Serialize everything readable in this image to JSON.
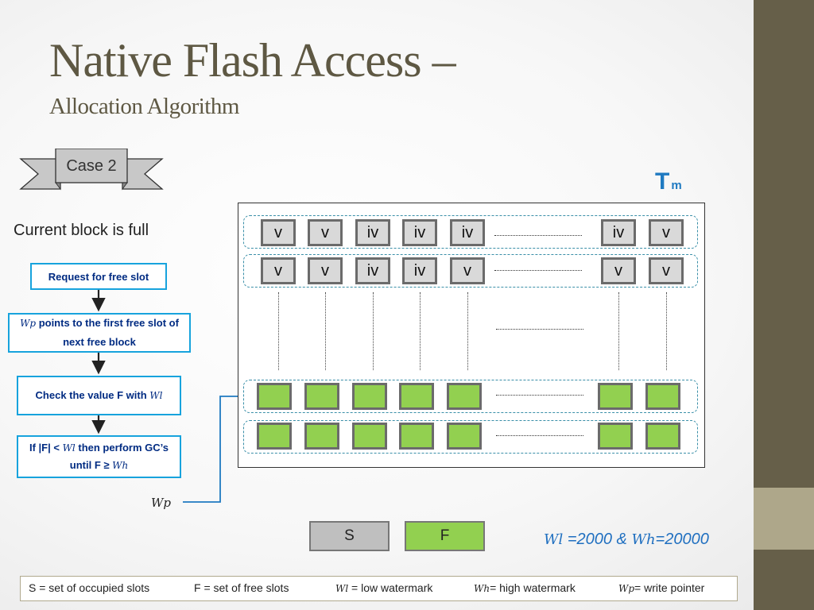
{
  "slide": {
    "title": "Native Flash Access –",
    "subtitle": "Allocation Algorithm",
    "case_label": "Case 2",
    "tm_main": "T",
    "tm_sub": "m",
    "current_status": "Current block is full"
  },
  "flow": {
    "step1": "Request for free slot",
    "step2_symbol": "Wp",
    "step2_text": " points to the first free slot of next free block",
    "step3_text": "Check the value F with ",
    "step3_symbol": "Wl",
    "step4_pre": "If |F| < ",
    "step4_symbol1": "Wl",
    "step4_mid": " then perform GC’s until F ≥ ",
    "step4_symbol2": "Wh"
  },
  "pointer_label": "Wp",
  "matrix": {
    "row1": [
      "v",
      "v",
      "iv",
      "iv",
      "iv",
      "iv",
      "v"
    ],
    "row2": [
      "v",
      "v",
      "iv",
      "iv",
      "v",
      "v",
      "v"
    ]
  },
  "legend": {
    "s_label": "S",
    "f_label": "F"
  },
  "watermarks": {
    "wl_symbol": "Wl",
    "wl_value": " =2000 & ",
    "wh_symbol": "Wh",
    "wh_value": "=20000"
  },
  "footer": {
    "s_def": "S = set of occupied slots",
    "f_def": "F = set of free slots",
    "wl_symbol": "Wl",
    "wl_def": " = low watermark",
    "wh_symbol": "Wh",
    "wh_def": "= high watermark",
    "wp_symbol": "Wp",
    "wp_def": "= write pointer"
  },
  "colors": {
    "side_band": "#665f49",
    "side_accent": "#aea78a",
    "title": "#5e5843",
    "flow_border": "#17a3dd",
    "flow_text": "#002b82",
    "free_slot": "#92d050",
    "occupied_slot": "#d9d9d9",
    "accent_blue": "#1f7ac1"
  }
}
